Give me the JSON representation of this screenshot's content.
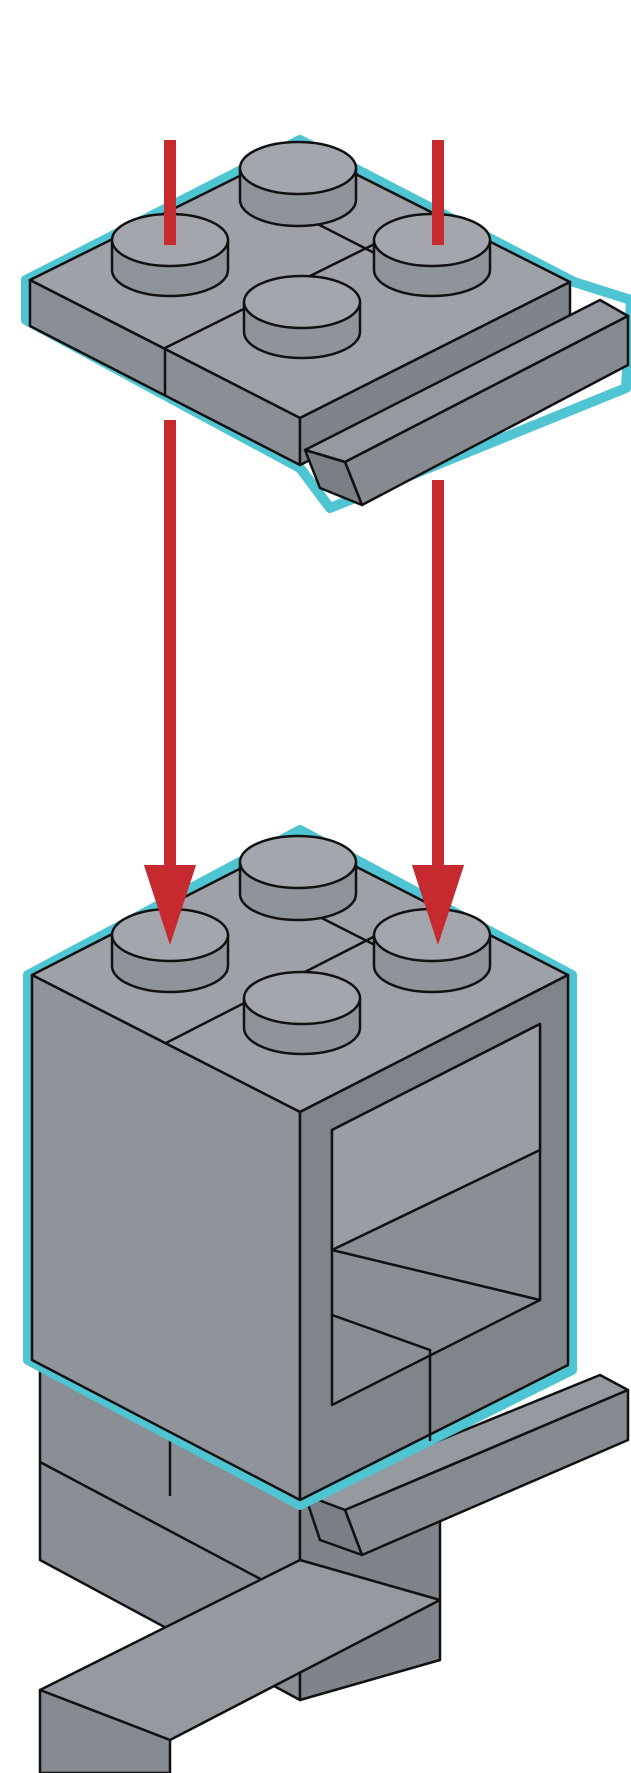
{
  "colors": {
    "background": "#ffffff",
    "brick_gray": "#8e9297",
    "brick_top": "#9a9ea4",
    "brick_side_dark": "#7f848a",
    "outline": "#111111",
    "highlight": "#4fc4d2",
    "arrow": "#c62a2f"
  },
  "icons": [
    "plate-2x2-with-rail",
    "brick-1x2x2-frame",
    "down-arrow"
  ]
}
